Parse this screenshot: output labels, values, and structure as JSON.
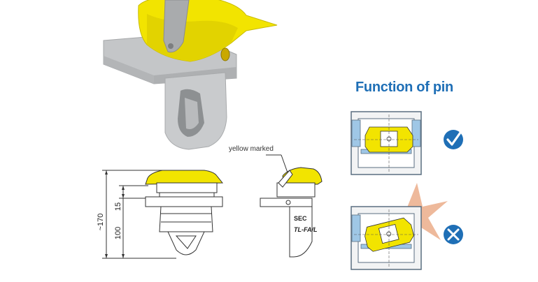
{
  "section_title": "Function of pin",
  "callout_label": "yellow marked",
  "dimensions": {
    "overall": "~170",
    "upper": "15",
    "lower": "100"
  },
  "side_view_marks": {
    "sec": "SEC",
    "model": "TL-FA/L"
  },
  "status_icons": [
    "check-icon",
    "cross-icon"
  ],
  "colors": {
    "accent_blue": "#1f6fb6",
    "yellow": "#f2e400",
    "steel": "#c9cbcd",
    "burst": "#e8a27a"
  }
}
